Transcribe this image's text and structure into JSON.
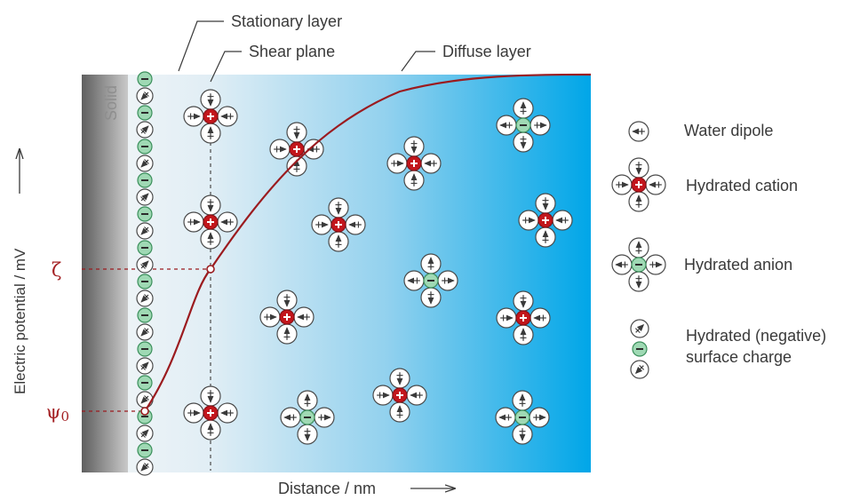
{
  "labels": {
    "stationary_layer": "Stationary layer",
    "shear_plane": "Shear plane",
    "diffuse_layer": "Diffuse layer",
    "solid": "Solid",
    "y_axis": "Electric potential / mV",
    "x_axis": "Distance / nm",
    "zeta": "ζ",
    "psi0": "ψ",
    "psi0_sub": "0"
  },
  "legend": {
    "water_dipole": "Water dipole",
    "hydrated_cation": "Hydrated cation",
    "hydrated_anion": "Hydrated anion",
    "surface_charge_line1": "Hydrated (negative)",
    "surface_charge_line2": "surface charge"
  },
  "colors": {
    "curve": "#9b1b1f",
    "cation": "#c3161c",
    "anion": "#9fd9b4",
    "solid_dark": "#6d6d6d",
    "diffuse_end": "#04a5e6",
    "text": "#3a3a3a"
  }
}
